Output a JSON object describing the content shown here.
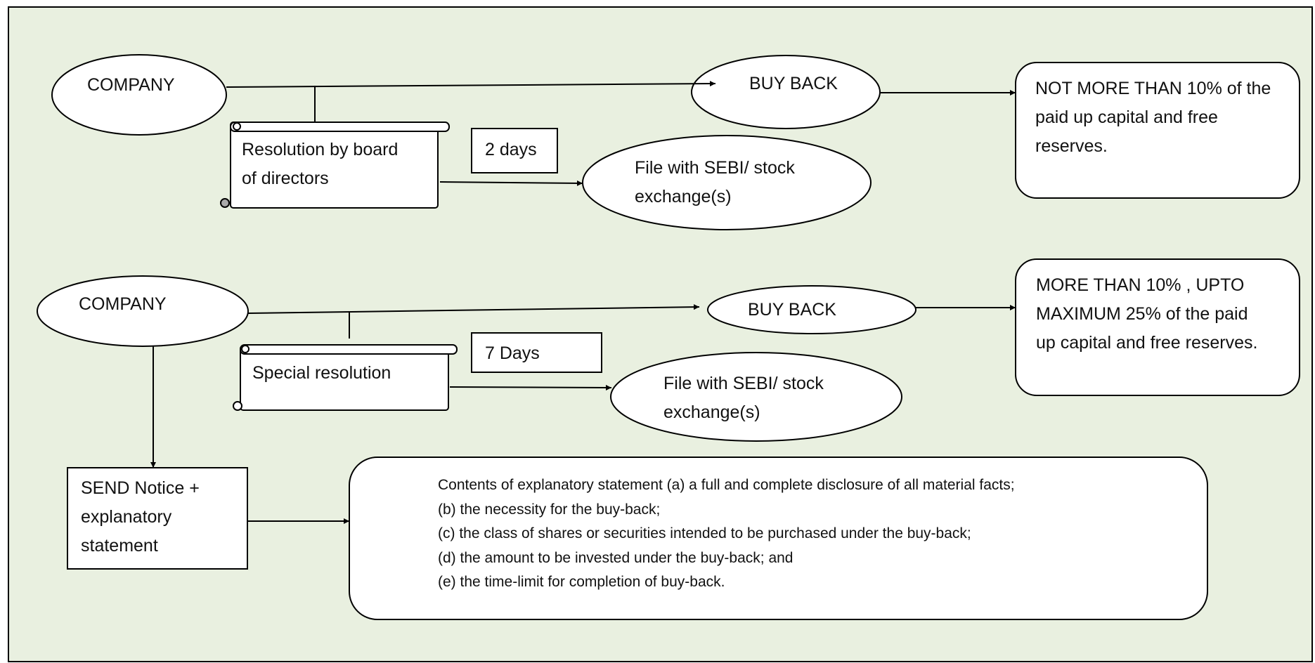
{
  "colors": {
    "background": "#e9f0e0",
    "shape_fill": "#ffffff",
    "stroke": "#000000"
  },
  "flow1": {
    "company": "COMPANY",
    "buy_back": "BUY BACK",
    "limit": [
      "NOT MORE THAN 10% of the",
      "paid up capital and free",
      "reserves."
    ],
    "resolution": [
      "Resolution by board",
      "of directors"
    ],
    "days": "2 days",
    "file": [
      "File with SEBI/ stock",
      "exchange(s)"
    ]
  },
  "flow2": {
    "company": "COMPANY",
    "buy_back": "BUY BACK",
    "limit": [
      "MORE THAN 10% , UPTO",
      "MAXIMUM 25% of the paid",
      "up capital and free reserves."
    ],
    "resolution": [
      "Special resolution"
    ],
    "days": "7 Days",
    "file": [
      "File with SEBI/ stock",
      "exchange(s)"
    ],
    "notice": [
      "SEND Notice +",
      "explanatory",
      "statement"
    ],
    "contents": [
      "Contents of explanatory statement (a) a full and complete disclosure of all material facts;",
      "(b) the necessity for the buy-back;",
      "(c) the class of shares or securities intended to be purchased under the buy-back;",
      "(d) the amount to be invested under the buy-back; and",
      "(e) the time-limit for completion of buy-back."
    ]
  }
}
